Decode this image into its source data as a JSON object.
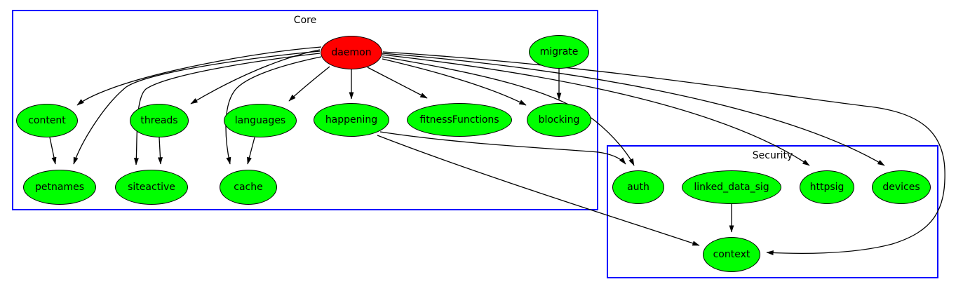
{
  "diagram": {
    "type": "directed-graph",
    "background_color": "#ffffff",
    "edge_color": "#000000",
    "node_border_color": "#000000",
    "cluster_border_color": "#0000ff",
    "clusters": {
      "core": {
        "label": "Core",
        "members": [
          "daemon",
          "migrate",
          "content",
          "threads",
          "languages",
          "happening",
          "fitnessFunctions",
          "blocking",
          "petnames",
          "siteactive",
          "cache"
        ]
      },
      "security": {
        "label": "Security",
        "members": [
          "auth",
          "linked_data_sig",
          "httpsig",
          "devices",
          "context"
        ]
      }
    },
    "nodes": {
      "daemon": {
        "label": "daemon",
        "fill": "#ff0000"
      },
      "migrate": {
        "label": "migrate",
        "fill": "#00ff00"
      },
      "content": {
        "label": "content",
        "fill": "#00ff00"
      },
      "threads": {
        "label": "threads",
        "fill": "#00ff00"
      },
      "languages": {
        "label": "languages",
        "fill": "#00ff00"
      },
      "happening": {
        "label": "happening",
        "fill": "#00ff00"
      },
      "fitnessFunctions": {
        "label": "fitnessFunctions",
        "fill": "#00ff00"
      },
      "blocking": {
        "label": "blocking",
        "fill": "#00ff00"
      },
      "petnames": {
        "label": "petnames",
        "fill": "#00ff00"
      },
      "siteactive": {
        "label": "siteactive",
        "fill": "#00ff00"
      },
      "cache": {
        "label": "cache",
        "fill": "#00ff00"
      },
      "auth": {
        "label": "auth",
        "fill": "#00ff00"
      },
      "linked_data_sig": {
        "label": "linked_data_sig",
        "fill": "#00ff00"
      },
      "httpsig": {
        "label": "httpsig",
        "fill": "#00ff00"
      },
      "devices": {
        "label": "devices",
        "fill": "#00ff00"
      },
      "context": {
        "label": "context",
        "fill": "#00ff00"
      }
    },
    "edges": [
      {
        "from": "daemon",
        "to": "content"
      },
      {
        "from": "daemon",
        "to": "threads"
      },
      {
        "from": "daemon",
        "to": "languages"
      },
      {
        "from": "daemon",
        "to": "happening"
      },
      {
        "from": "daemon",
        "to": "fitnessFunctions"
      },
      {
        "from": "daemon",
        "to": "blocking"
      },
      {
        "from": "daemon",
        "to": "petnames"
      },
      {
        "from": "daemon",
        "to": "siteactive"
      },
      {
        "from": "daemon",
        "to": "cache"
      },
      {
        "from": "daemon",
        "to": "auth"
      },
      {
        "from": "daemon",
        "to": "httpsig"
      },
      {
        "from": "daemon",
        "to": "devices"
      },
      {
        "from": "daemon",
        "to": "context"
      },
      {
        "from": "migrate",
        "to": "blocking"
      },
      {
        "from": "content",
        "to": "petnames"
      },
      {
        "from": "threads",
        "to": "siteactive"
      },
      {
        "from": "languages",
        "to": "cache"
      },
      {
        "from": "happening",
        "to": "auth"
      },
      {
        "from": "happening",
        "to": "context"
      },
      {
        "from": "linked_data_sig",
        "to": "context"
      }
    ]
  }
}
